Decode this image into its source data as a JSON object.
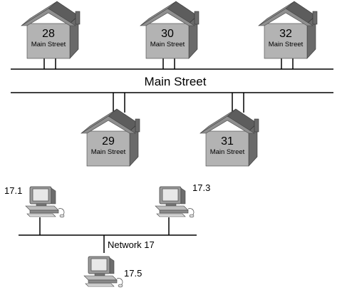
{
  "street_name": "Main Street",
  "houses_top": [
    {
      "number": "28",
      "street": "Main Street"
    },
    {
      "number": "30",
      "street": "Main Street"
    },
    {
      "number": "32",
      "street": "Main Street"
    }
  ],
  "houses_bottom": [
    {
      "number": "29",
      "street": "Main Street"
    },
    {
      "number": "31",
      "street": "Main Street"
    }
  ],
  "computers_top": [
    {
      "label": "17.1"
    },
    {
      "label": "17.3"
    }
  ],
  "computer_bottom": {
    "label": "17.5"
  },
  "network_label": "Network 17",
  "colors": {
    "roof": "#8f8f8f",
    "roof_dark": "#5d5d5d",
    "wall": "#b3b3b3",
    "wall_side": "#6a6a6a",
    "line": "#000000"
  }
}
